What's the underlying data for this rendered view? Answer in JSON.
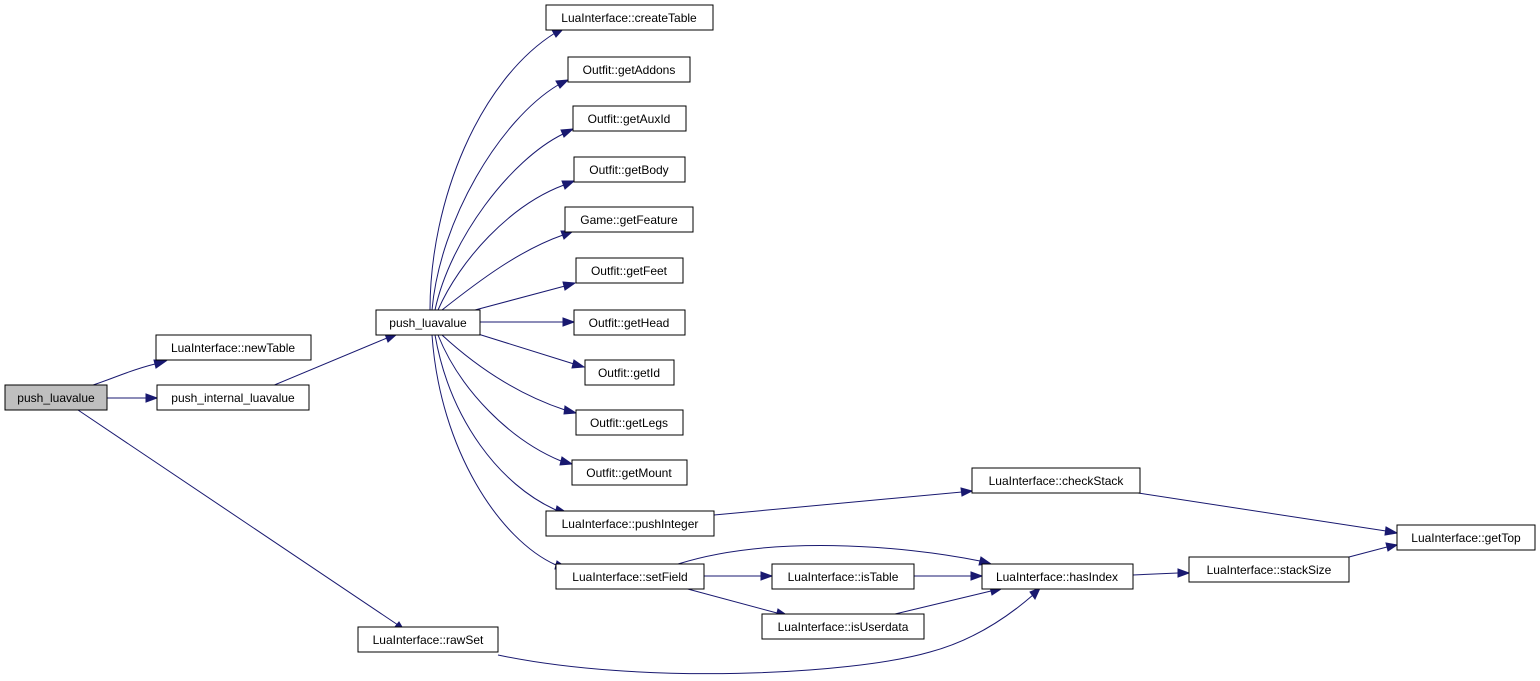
{
  "colors": {
    "edge": "#191970",
    "node_border": "#000000",
    "root_fill": "#bfbfbf",
    "node_fill": "#ffffff"
  },
  "nodes": {
    "push_luavalue_root": "push_luavalue",
    "newTable": "LuaInterface::newTable",
    "push_internal_luavalue": "push_internal_luavalue",
    "rawSet": "LuaInterface::rawSet",
    "push_luavalue_mid": "push_luavalue",
    "createTable": "LuaInterface::createTable",
    "getAddons": "Outfit::getAddons",
    "getAuxId": "Outfit::getAuxId",
    "getBody": "Outfit::getBody",
    "getFeature": "Game::getFeature",
    "getFeet": "Outfit::getFeet",
    "getHead": "Outfit::getHead",
    "getId": "Outfit::getId",
    "getLegs": "Outfit::getLegs",
    "getMount": "Outfit::getMount",
    "pushInteger": "LuaInterface::pushInteger",
    "setField": "LuaInterface::setField",
    "checkStack": "LuaInterface::checkStack",
    "isTable": "LuaInterface::isTable",
    "isUserdata": "LuaInterface::isUserdata",
    "hasIndex": "LuaInterface::hasIndex",
    "stackSize": "LuaInterface::stackSize",
    "getTop": "LuaInterface::getTop"
  }
}
